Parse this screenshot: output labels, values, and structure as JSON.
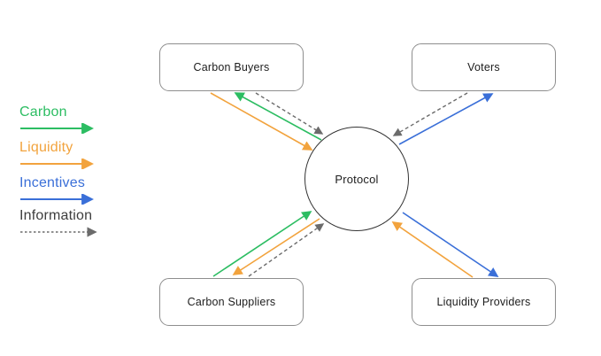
{
  "diagram": {
    "type": "flow-diagram",
    "nodes": {
      "protocol": {
        "label": "Protocol"
      },
      "carbon_buyers": {
        "label": "Carbon Buyers"
      },
      "voters": {
        "label": "Voters"
      },
      "carbon_suppliers": {
        "label": "Carbon Suppliers"
      },
      "liquidity_providers": {
        "label": "Liquidity Providers"
      }
    },
    "legend": {
      "items": [
        {
          "label": "Carbon",
          "color": "#2cbd62",
          "arrow_color": "#2cbd62",
          "line_style": "solid"
        },
        {
          "label": "Liquidity",
          "color": "#f2a33d",
          "arrow_color": "#f2a33d",
          "line_style": "solid"
        },
        {
          "label": "Incentives",
          "color": "#3a6fd8",
          "arrow_color": "#3a6fd8",
          "line_style": "solid"
        },
        {
          "label": "Information",
          "color": "#3d3d3d",
          "arrow_color": "#6b6b6b",
          "line_style": "dashed"
        }
      ]
    },
    "colors": {
      "carbon": "#2cbd62",
      "liquidity": "#f2a33d",
      "incentives": "#3a6fd8",
      "information": "#6b6b6b",
      "node_border": "#8e8e8e",
      "circle_border": "#333333",
      "node_text": "#1d1d1d",
      "background": "#ffffff"
    },
    "edges": [
      {
        "from": "Carbon Buyers",
        "to": "Protocol",
        "flow": "Liquidity"
      },
      {
        "from": "Protocol",
        "to": "Carbon Buyers",
        "flow": "Carbon"
      },
      {
        "from": "Carbon Buyers",
        "to": "Protocol",
        "flow": "Information"
      },
      {
        "from": "Protocol",
        "to": "Voters",
        "flow": "Incentives"
      },
      {
        "from": "Voters",
        "to": "Protocol",
        "flow": "Information"
      },
      {
        "from": "Carbon Suppliers",
        "to": "Protocol",
        "flow": "Carbon"
      },
      {
        "from": "Protocol",
        "to": "Carbon Suppliers",
        "flow": "Liquidity"
      },
      {
        "from": "Carbon Suppliers",
        "to": "Protocol",
        "flow": "Information"
      },
      {
        "from": "Liquidity Providers",
        "to": "Protocol",
        "flow": "Liquidity"
      },
      {
        "from": "Protocol",
        "to": "Liquidity Providers",
        "flow": "Incentives"
      }
    ]
  }
}
